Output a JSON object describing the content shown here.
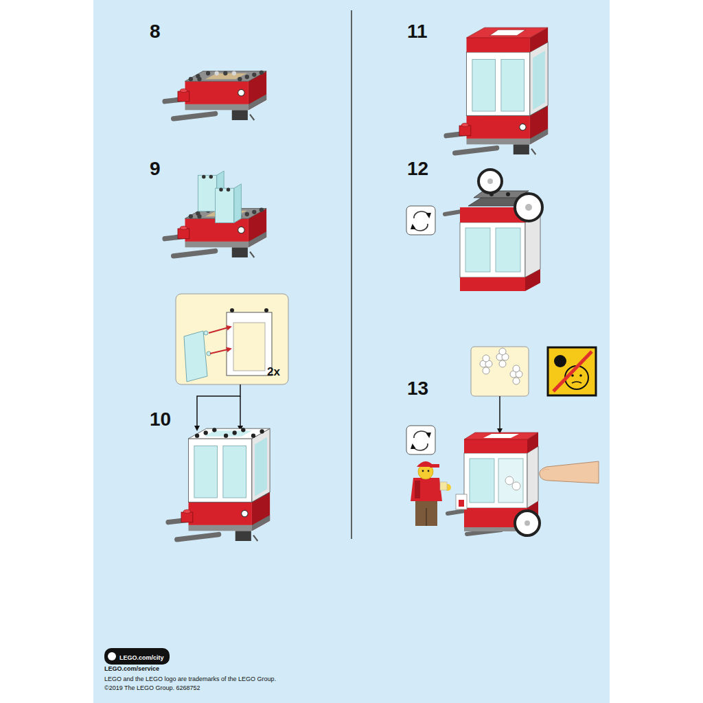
{
  "diagram": {
    "nodes": [
      {
        "text": [
          "2x"
        ]
      },
      {
        "text": [
          "LEGO.com/city"
        ]
      }
    ],
    "labels": [
      "8",
      "9",
      "10",
      "11",
      "12",
      "13",
      "LEGO.com/service",
      "LEGO and the LEGO logo are trademarks of the LEGO Group.",
      "©2019 The LEGO Group. 6268752"
    ]
  }
}
